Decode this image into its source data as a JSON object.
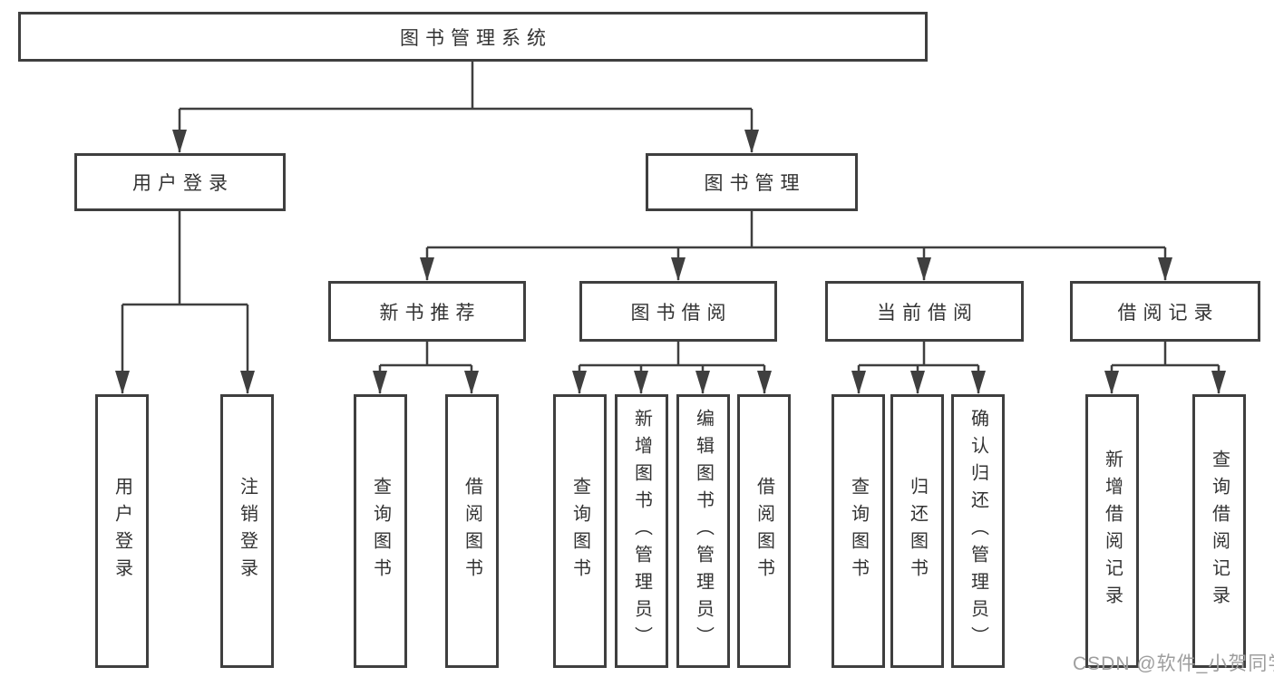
{
  "tree": {
    "root": {
      "label": "图书管理系统"
    },
    "level2": [
      {
        "label": "用户登录"
      },
      {
        "label": "图书管理"
      }
    ],
    "level3": [
      {
        "label": "新书推荐",
        "parent": "图书管理"
      },
      {
        "label": "图书借阅",
        "parent": "图书管理"
      },
      {
        "label": "当前借阅",
        "parent": "图书管理"
      },
      {
        "label": "借阅记录",
        "parent": "图书管理"
      }
    ],
    "level4": [
      {
        "label": "用户登录",
        "parent": "用户登录"
      },
      {
        "label": "注销登录",
        "parent": "用户登录"
      },
      {
        "label": "查询图书",
        "parent": "新书推荐"
      },
      {
        "label": "借阅图书",
        "parent": "新书推荐"
      },
      {
        "label": "查询图书",
        "parent": "图书借阅"
      },
      {
        "label": "新增图书（管理员）",
        "parent": "图书借阅"
      },
      {
        "label": "编辑图书（管理员）",
        "parent": "图书借阅"
      },
      {
        "label": "借阅图书",
        "parent": "图书借阅"
      },
      {
        "label": "查询图书",
        "parent": "当前借阅"
      },
      {
        "label": "归还图书",
        "parent": "当前借阅"
      },
      {
        "label": "确认归还（管理员）",
        "parent": "当前借阅"
      },
      {
        "label": "新增借阅记录",
        "parent": "借阅记录"
      },
      {
        "label": "查询借阅记录",
        "parent": "借阅记录"
      }
    ]
  },
  "watermark": {
    "text": "CSDN @软件_小贺同学"
  },
  "colors": {
    "line": "#3f3f3f",
    "text": "#333333",
    "watermark": "#9e9e9e",
    "background": "#ffffff"
  }
}
